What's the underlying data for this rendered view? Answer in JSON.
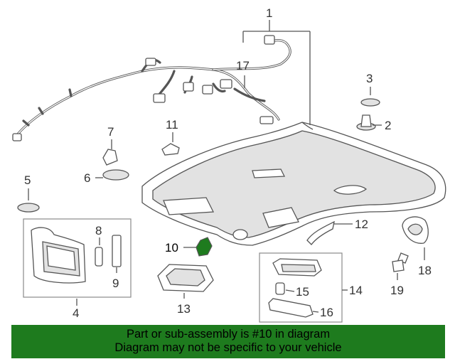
{
  "callouts": {
    "c1": "1",
    "c2": "2",
    "c3": "3",
    "c4": "4",
    "c5": "5",
    "c6": "6",
    "c7": "7",
    "c8": "8",
    "c9": "9",
    "c10": "10",
    "c11": "11",
    "c12": "12",
    "c13": "13",
    "c14": "14",
    "c15": "15",
    "c16": "16",
    "c17": "17",
    "c18": "18",
    "c19": "19"
  },
  "highlighted_part": "10",
  "colors": {
    "highlight": "#1e7b1e",
    "banner_background": "#1e7b1e",
    "line": "#555555",
    "fill_grey": "#e2e2e2"
  },
  "banner": {
    "line1": "Part or sub-assembly is #10 in diagram",
    "line2": "Diagram may not be specific to your vehicle"
  }
}
